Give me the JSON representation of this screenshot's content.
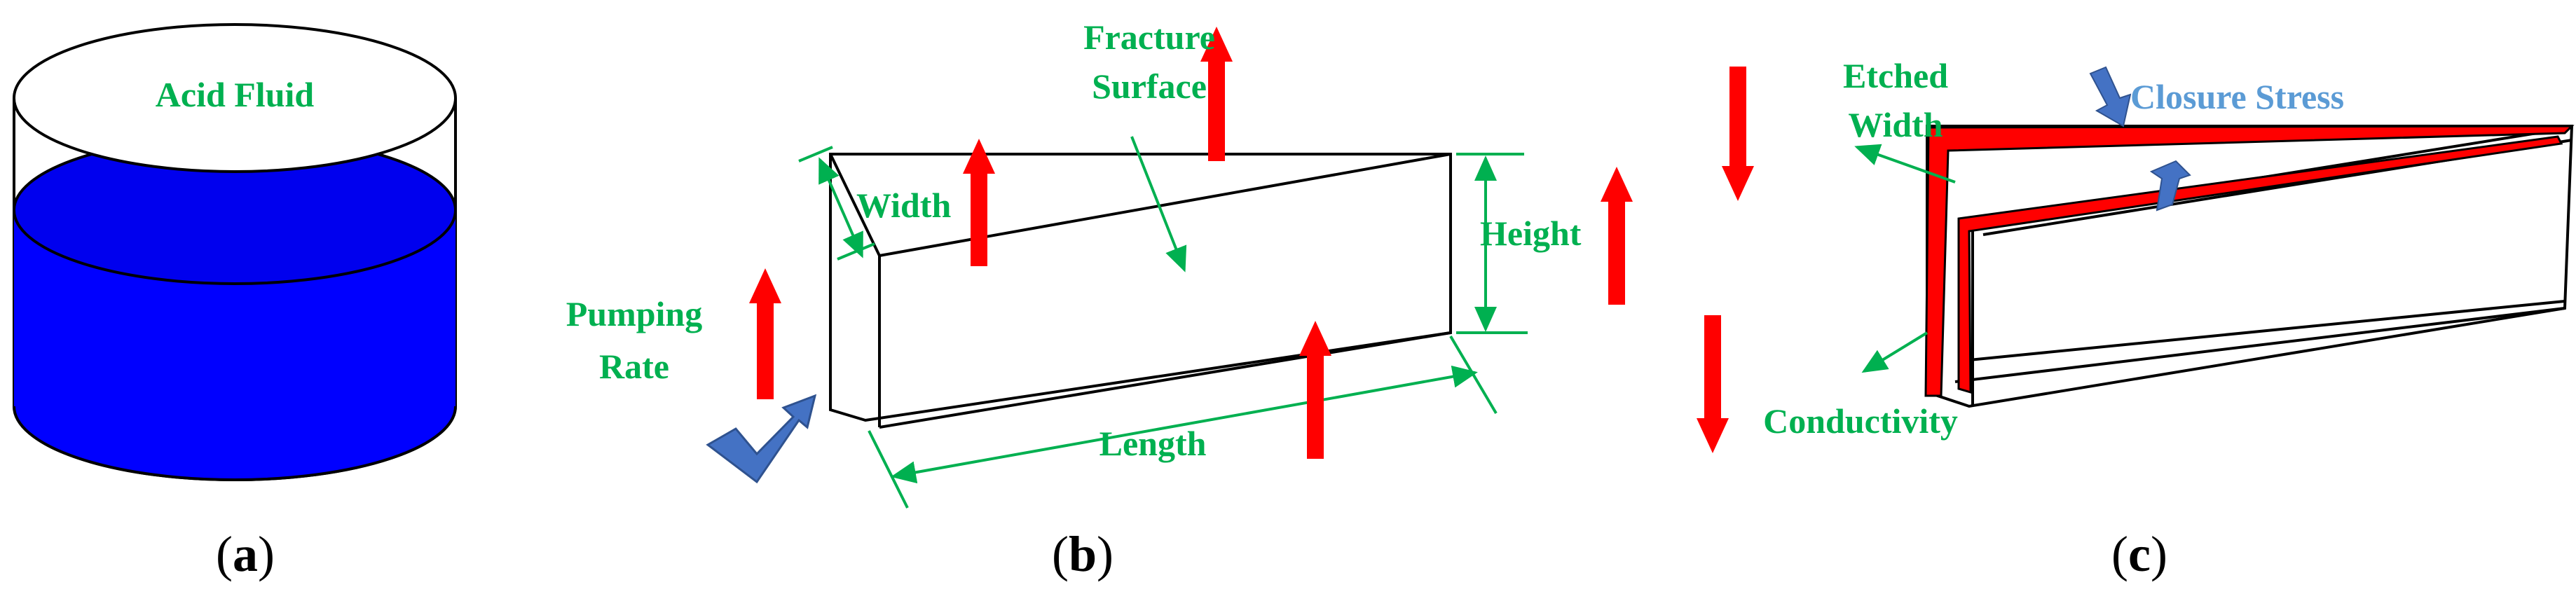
{
  "panels": [
    {
      "id": "a",
      "caption_open": "(",
      "caption_letter": "a",
      "caption_close": ")",
      "labels": {
        "fluid": "Acid Fluid"
      },
      "colors": {
        "fluid": "#0000ff",
        "label": "#00b050"
      }
    },
    {
      "id": "b",
      "caption_open": "(",
      "caption_letter": "b",
      "caption_close": ")",
      "labels": {
        "fracture_line1": "Fracture",
        "fracture_line2": "Surface",
        "width": "Width",
        "height": "Height",
        "pumping_line1": "Pumping",
        "pumping_line2": "Rate",
        "length": "Length"
      },
      "colors": {
        "up_arrow": "#ff0000",
        "check_arrow": "#4472c4",
        "label": "#00b050"
      }
    },
    {
      "id": "c",
      "caption_open": "(",
      "caption_letter": "c",
      "caption_close": ")",
      "labels": {
        "etched_line1": "Etched",
        "etched_line2": "Width",
        "closure_stress": "Closure Stress",
        "conductivity": "Conductivity"
      },
      "colors": {
        "down_arrow": "#ff0000",
        "stress_arrow": "#4472c4",
        "etched_face": "#ff0000",
        "closure_label": "#5b9bd5",
        "label": "#00b050"
      }
    }
  ]
}
